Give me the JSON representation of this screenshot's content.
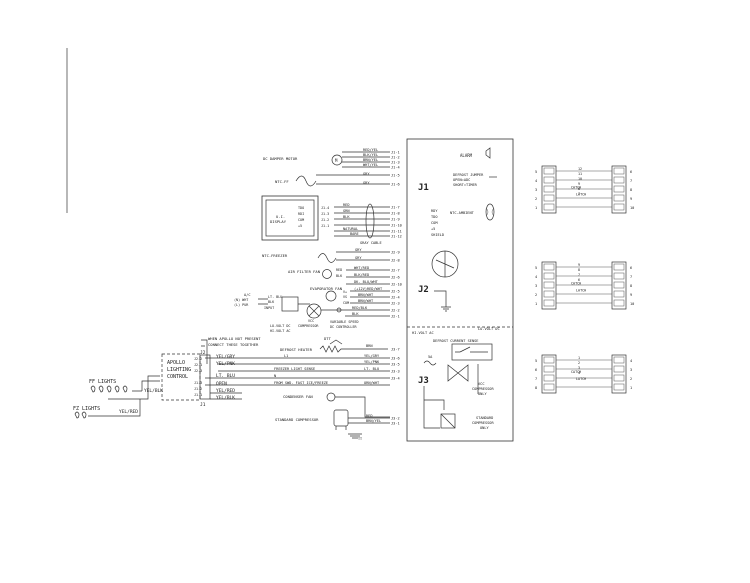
{
  "board": {
    "labels": {
      "j1": "J1",
      "j2": "J2",
      "j3": "J3",
      "alarm": "ALARM",
      "jumper1": "DEFROST JUMPER",
      "jumper2": "OPEN=ADC",
      "jumper3": "SHORT=TIMER",
      "ntc_ambient": "NTC-AMBIENT",
      "rdy": "RDY",
      "tdo": "TDO",
      "com": "COM",
      "plus5": "+5",
      "shield": "SHIELD",
      "lo_volt_dc": "LO-VOLT DC",
      "hi_volt_ac": "HI-VOLT AC",
      "defrost_current_sense": "DEFROST CURRENT SENSE",
      "amp5": "5A",
      "vcc_comp": [
        "VCC",
        "COMPRESSOR",
        "ONLY"
      ],
      "std_comp": [
        "STANDARD",
        "COMPRESSOR",
        "ONLY"
      ]
    },
    "pins_j1": [
      "J1-1",
      "J1-2",
      "J1-3",
      "J1-4",
      "J1-5",
      "J1-6",
      "J1-7",
      "J1-8",
      "J1-9",
      "J1-10",
      "J1-11",
      "J1-12"
    ],
    "pins_j2": [
      "J2-9",
      "J2-8",
      "J2-7",
      "J2-6",
      "J2-10",
      "J2-5",
      "J2-4",
      "J2-3",
      "J2-2",
      "J2-1"
    ],
    "pins_j3": [
      "J3-7",
      "J3-6",
      "J3-5",
      "J3-3",
      "J3-4",
      "J3-2",
      "J3-1"
    ]
  },
  "components": {
    "dc_damper_motor": "DC DAMPER MOTOR",
    "ntc_ff": "NTC-FF",
    "ui_display": [
      "U.I.",
      "DISPLAY"
    ],
    "ui_pins": [
      "TDO",
      "RDI",
      "COM",
      "+5"
    ],
    "ui_pin_nums": [
      "J1-4",
      "J1-3",
      "J1-2",
      "J1-1"
    ],
    "gray_cable": "GRAY CABLE",
    "ntc_freezer": "NTC-FREEZER",
    "air_filter_fan": "AIR FILTER FAN",
    "evaporator_fan": "EVAPORATOR FAN",
    "ac": "A/C",
    "vcc_compressor": [
      "VCC",
      "COMPRESSOR"
    ],
    "input": "INPUT",
    "variable_speed": [
      "VARIABLE SPEED",
      "DC CONTROLLER"
    ],
    "lo_volt_dc": "LO-VOLT DC",
    "hi_volt_ac": "HI-VOLT AC",
    "dtt": "DTT",
    "defrost_heater": "DEFROST HEATER",
    "condenser_fan": "CONDENSER FAN",
    "standard_compressor": "STANDARD COMPRESSOR",
    "ac_in": [
      "(N) WHT",
      "(L) PUR"
    ],
    "comp_wires": [
      "LT. BLU",
      "BLK"
    ]
  },
  "wires": {
    "j1": [
      "RED/YEL",
      "BLK/YEL",
      "BRN/YEL",
      "WHT/YEL",
      "GRY",
      "GRY"
    ],
    "ui": [
      "RED",
      "GRN",
      "BLK",
      "NATURAL",
      "BARE"
    ],
    "j2": [
      "GRY",
      "GRY",
      "RED",
      "BLK",
      "WHT/RED",
      "BLK/RED",
      "DK. BLU/WHT",
      "(+12V)RED/WHT",
      "BRN/WHT",
      "RED/BLK",
      "BLK"
    ],
    "evap_pins": [
      "V+",
      "VS",
      "COM"
    ],
    "fan_pins": [
      "RED",
      "BLK"
    ],
    "j3": [
      "BRN",
      "YEL/GRY",
      "YEL/PNK",
      "LT. BLU",
      "ORN/WHT",
      "RED",
      "BRN/YEL"
    ]
  },
  "apollo": {
    "note": [
      "WHEN APOLLO NOT PRESENT",
      "CONNECT THESE TOGETHER"
    ],
    "title": [
      "APOLLO",
      "LIGHTING",
      "CONTROL"
    ],
    "pins": [
      "J2-2",
      "J2-1",
      "J2-3",
      "J1-3",
      "J1-2",
      "J1-1"
    ],
    "j2": "J2",
    "j1": "J1",
    "wires_out": [
      "YEL/GRY",
      "YEL/PNK",
      "LT. BLU",
      "OPEN",
      "YEL/RED",
      "YEL/BLK"
    ],
    "conn_labels": [
      "L1",
      "FREEZER LIGHT SENSE",
      "N",
      "FROM SWD. FAST ICE/FREEZE"
    ],
    "ff_lights": "FF LIGHTS",
    "ff_wire": "YEL/BLK",
    "fz_lights": "FZ LIGHTS",
    "fz_wire": "YEL/RED"
  },
  "connectors": {
    "top_nums_left": [
      "5",
      "4",
      "3",
      "2",
      "1"
    ],
    "top_nums_right": [
      "6",
      "7",
      "8",
      "9",
      "10"
    ],
    "top_nums_mid": [
      "12",
      "11",
      "10",
      "9",
      "8",
      "7"
    ],
    "mid_nums_left": [
      "5",
      "4",
      "3",
      "2",
      "1"
    ],
    "mid_nums_right": [
      "6",
      "7",
      "8",
      "9",
      "10"
    ],
    "mid_nums_mid": [
      "9",
      "8",
      "7",
      "6"
    ],
    "bot_nums_left": [
      "5",
      "6",
      "7",
      "8"
    ],
    "bot_nums_right": [
      "4",
      "3",
      "2",
      "1"
    ],
    "bot_nums_mid": [
      "1",
      "2",
      "3",
      "4"
    ],
    "catch": "CATCH",
    "latch": "LATCH"
  }
}
